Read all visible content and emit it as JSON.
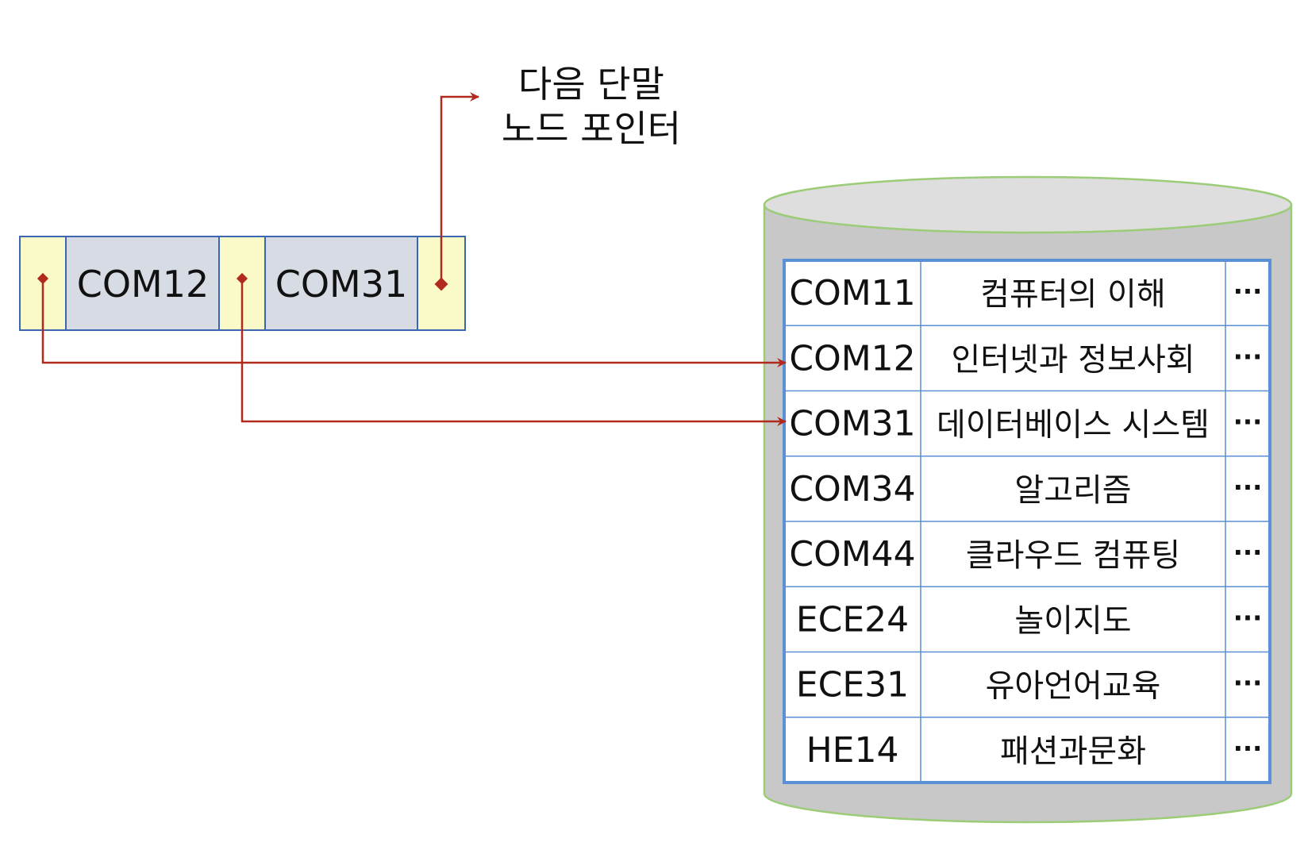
{
  "pointer_label": {
    "line1": "다음 단말",
    "line2": "노드 포인터"
  },
  "leaf_node": {
    "keys": [
      "COM12",
      "COM31"
    ]
  },
  "table": {
    "rows": [
      {
        "code": "COM11",
        "name": "컴퓨터의 이해",
        "more": "···"
      },
      {
        "code": "COM12",
        "name": "인터넷과 정보사회",
        "more": "···"
      },
      {
        "code": "COM31",
        "name": "데이터베이스 시스템",
        "more": "···"
      },
      {
        "code": "COM34",
        "name": "알고리즘",
        "more": "···"
      },
      {
        "code": "COM44",
        "name": "클라우드 컴퓨팅",
        "more": "···"
      },
      {
        "code": "ECE24",
        "name": "놀이지도",
        "more": "···"
      },
      {
        "code": "ECE31",
        "name": "유아언어교육",
        "more": "···"
      },
      {
        "code": "HE14",
        "name": "패션과문화",
        "more": "···"
      }
    ]
  },
  "colors": {
    "pointer_cell": "#fafac8",
    "key_cell": "#d6dbe4",
    "cell_border": "#3a67b0",
    "arrow": "#b22a1e",
    "cylinder_body": "#c8c8c8",
    "cylinder_top": "#dedede",
    "cylinder_outline": "#9ccc78",
    "table_border": "#5b8fd6",
    "table_bg": "#ffffff"
  }
}
